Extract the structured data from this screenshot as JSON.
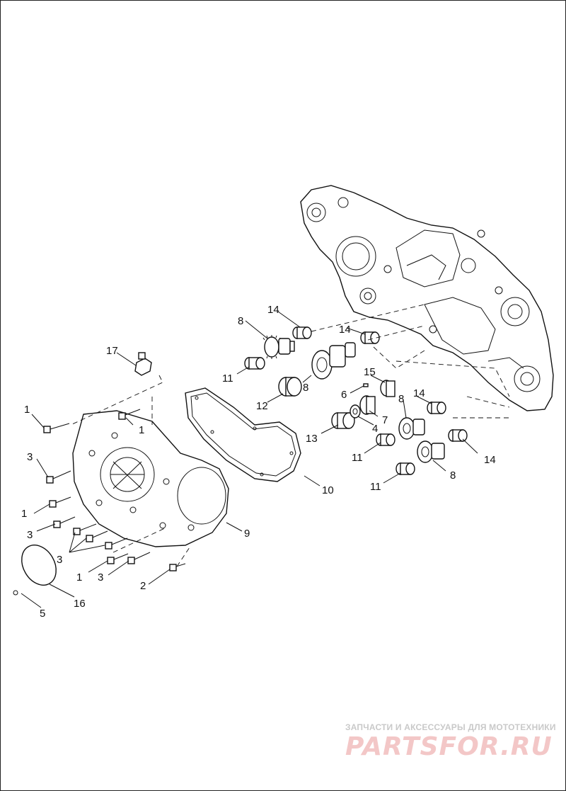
{
  "diagram": {
    "callouts": [
      {
        "id": "c1a",
        "text": "1"
      },
      {
        "id": "c1b",
        "text": "1"
      },
      {
        "id": "c1c",
        "text": "1"
      },
      {
        "id": "c1d",
        "text": "1"
      },
      {
        "id": "c2",
        "text": "2"
      },
      {
        "id": "c3a",
        "text": "3"
      },
      {
        "id": "c3b",
        "text": "3"
      },
      {
        "id": "c3c",
        "text": "3"
      },
      {
        "id": "c3d",
        "text": "3"
      },
      {
        "id": "c4",
        "text": "4"
      },
      {
        "id": "c5",
        "text": "5"
      },
      {
        "id": "c6",
        "text": "6"
      },
      {
        "id": "c7",
        "text": "7"
      },
      {
        "id": "c8a",
        "text": "8"
      },
      {
        "id": "c8b",
        "text": "8"
      },
      {
        "id": "c8c",
        "text": "8"
      },
      {
        "id": "c8d",
        "text": "8"
      },
      {
        "id": "c9",
        "text": "9"
      },
      {
        "id": "c10",
        "text": "10"
      },
      {
        "id": "c11a",
        "text": "11"
      },
      {
        "id": "c11b",
        "text": "11"
      },
      {
        "id": "c11c",
        "text": "11"
      },
      {
        "id": "c12",
        "text": "12"
      },
      {
        "id": "c13",
        "text": "13"
      },
      {
        "id": "c14a",
        "text": "14"
      },
      {
        "id": "c14b",
        "text": "14"
      },
      {
        "id": "c14c",
        "text": "14"
      },
      {
        "id": "c14d",
        "text": "14"
      },
      {
        "id": "c15",
        "text": "15"
      },
      {
        "id": "c16",
        "text": "16"
      },
      {
        "id": "c17",
        "text": "17"
      }
    ]
  },
  "watermark": {
    "line1": "ЗАПЧАСТИ И АКСЕССУАРЫ ДЛЯ МОТОТЕХНИКИ",
    "logo": "PARTSFOR.RU",
    "color_text": "#c9c9c9",
    "color_logo": "#f3c7c7"
  }
}
